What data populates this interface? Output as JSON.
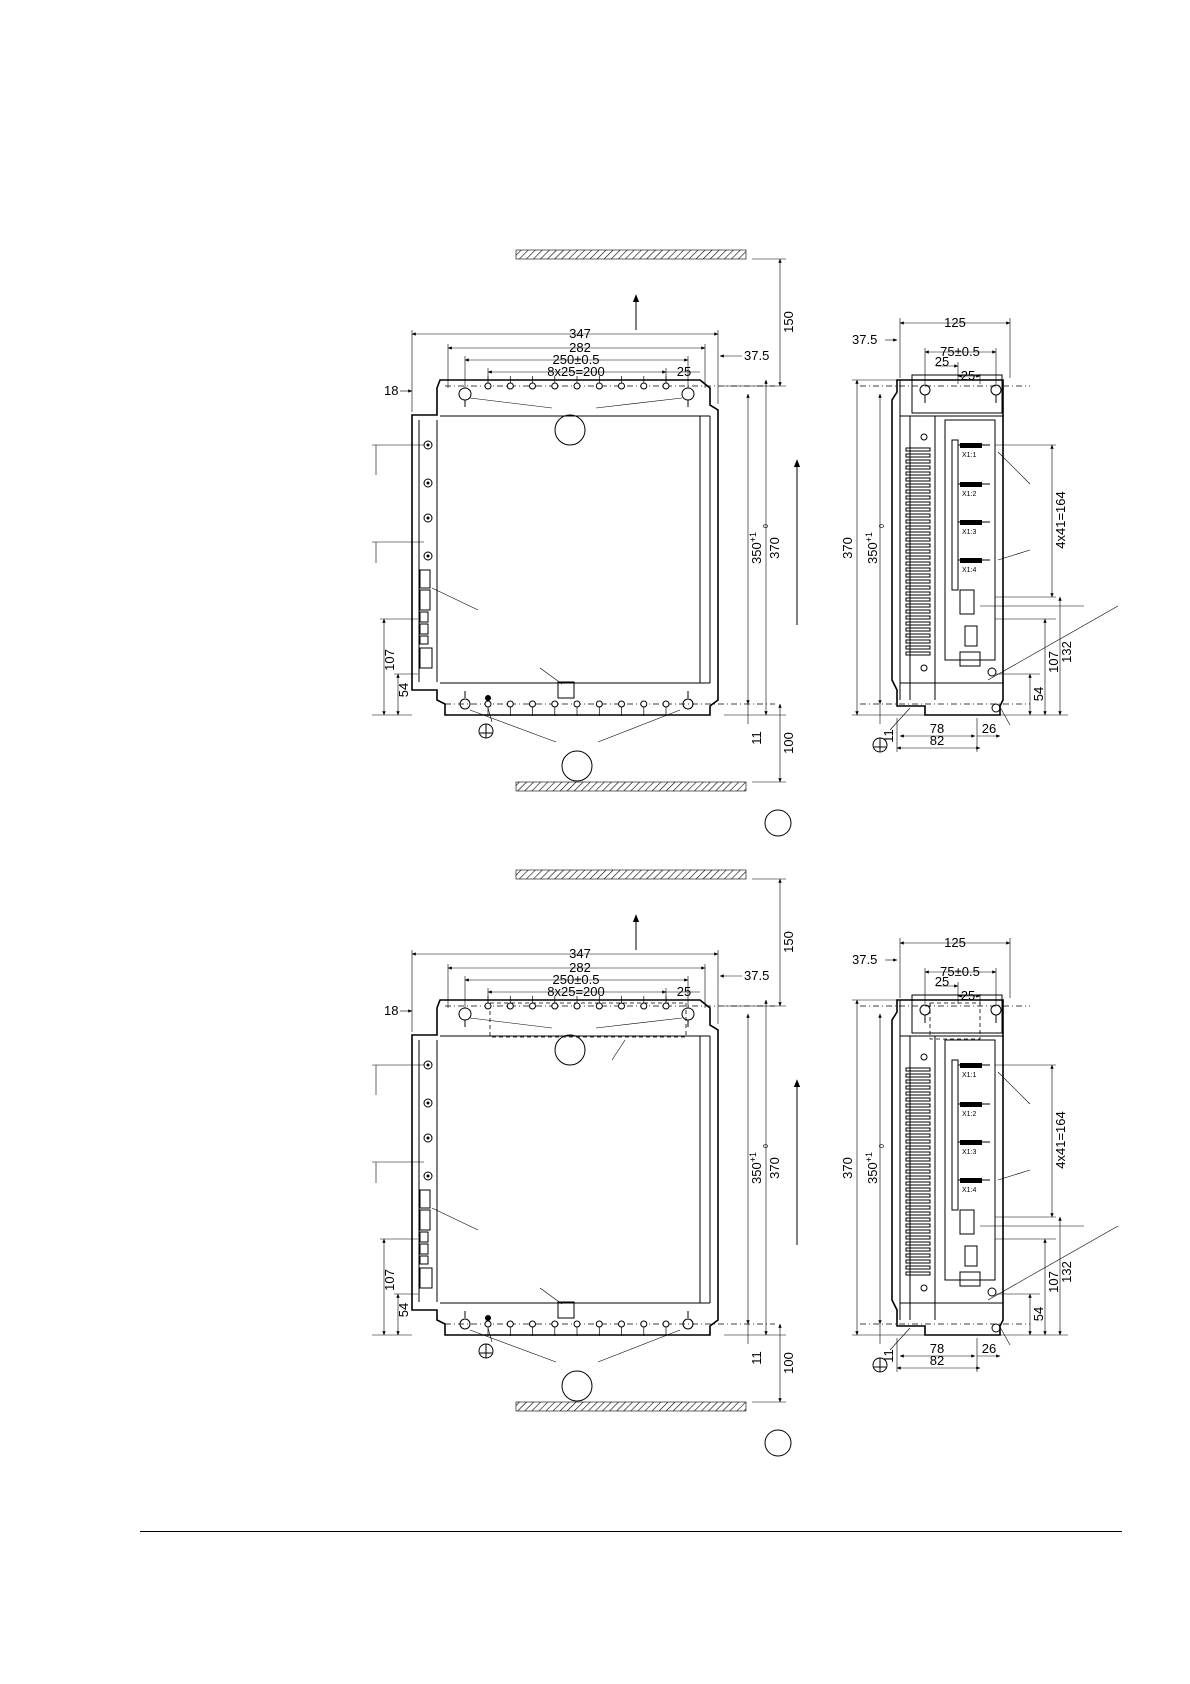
{
  "top_drawing": {
    "front_view": {
      "dim_overall_width": "347",
      "dim_hole_span": "282",
      "dim_mount_span": "250±0.5",
      "dim_terminal_pitch": "8x25=200",
      "dim_pitch_single": "25",
      "dim_right_offset": "37.5",
      "dim_left_offset": "18",
      "dim_clearance_top": "150",
      "dim_clearance_bottom": "100",
      "dim_height_mount_base": "350",
      "dim_height_mount_tol": "+1",
      "dim_height_mount_tol_low": "0",
      "dim_height_overall": "370",
      "dim_bottom_offset": "11",
      "dim_left_107": "107",
      "dim_left_54": "54"
    },
    "side_view": {
      "dim_depth": "125",
      "dim_offset": "37.5",
      "dim_mount": "75±0.5",
      "dim_pitch_a": "25",
      "dim_pitch_b": "25",
      "dim_height_overall": "370",
      "dim_height_mount_base": "350",
      "dim_height_mount_tol": "+1",
      "dim_height_mount_tol_low": "0",
      "dim_terminal_span": "4x41=164",
      "dim_107": "107",
      "dim_132": "132",
      "dim_54": "54",
      "dim_11": "11",
      "dim_78": "78",
      "dim_82": "82",
      "dim_26": "26",
      "terminals": [
        "X1:1",
        "X1:2",
        "X1:3",
        "X1:4"
      ]
    }
  },
  "bottom_drawing": {
    "front_view": {
      "dim_overall_width": "347",
      "dim_hole_span": "282",
      "dim_mount_span": "250±0.5",
      "dim_terminal_pitch": "8x25=200",
      "dim_pitch_single": "25",
      "dim_right_offset": "37.5",
      "dim_left_offset": "18",
      "dim_clearance_top": "150",
      "dim_clearance_bottom": "100",
      "dim_height_mount_base": "350",
      "dim_height_mount_tol": "+1",
      "dim_height_mount_tol_low": "0",
      "dim_height_overall": "370",
      "dim_bottom_offset": "11",
      "dim_left_107": "107",
      "dim_left_54": "54"
    },
    "side_view": {
      "dim_depth": "125",
      "dim_offset": "37.5",
      "dim_mount": "75±0.5",
      "dim_pitch_a": "25",
      "dim_pitch_b": "25",
      "dim_height_overall": "370",
      "dim_height_mount_base": "350",
      "dim_height_mount_tol": "+1",
      "dim_height_mount_tol_low": "0",
      "dim_terminal_span": "4x41=164",
      "dim_107": "107",
      "dim_132": "132",
      "dim_54": "54",
      "dim_11": "11",
      "dim_78": "78",
      "dim_82": "82",
      "dim_26": "26",
      "terminals": [
        "X1:1",
        "X1:2",
        "X1:3",
        "X1:4"
      ]
    }
  }
}
